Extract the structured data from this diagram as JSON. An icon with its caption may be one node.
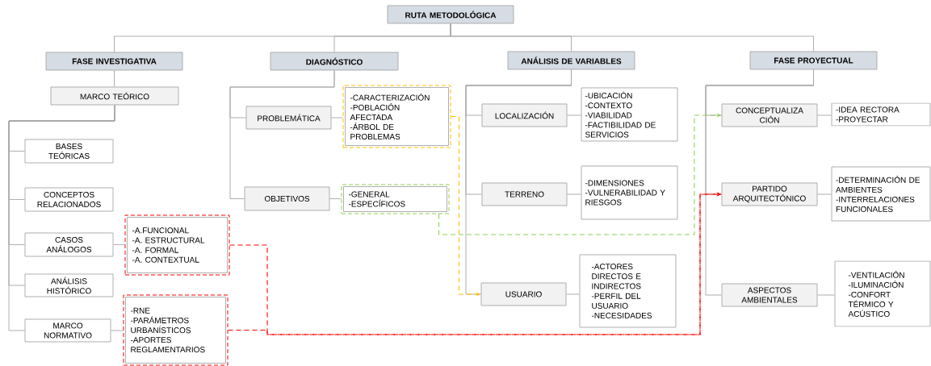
{
  "diagram": {
    "nodes": [
      {
        "text": [
          "RUTA METODOLÓGICA"
        ]
      },
      {
        "text": [
          "FASE INVESTIGATIVA"
        ]
      },
      {
        "text": [
          "DIAGNÓSTICO"
        ]
      },
      {
        "text": [
          "ANÁLISIS DE VARIABLES"
        ]
      },
      {
        "text": [
          "FASE PROYECTUAL"
        ]
      },
      {
        "text": [
          "MARCO TEÓRICO"
        ]
      },
      {
        "text": [
          "BASES TEÓRICAS"
        ]
      },
      {
        "text": [
          "CONCEPTOS RELACIONADOS"
        ]
      },
      {
        "text": [
          "CASOS ANÁLOGOS"
        ]
      },
      {
        "text": [
          "-A.FUNCIONAL",
          "-A. ESTRUCTURAL",
          "-A. FORMAL",
          "-A. CONTEXTUAL"
        ]
      },
      {
        "text": [
          "ANÁLISIS HISTÓRICO"
        ]
      },
      {
        "text": [
          "MARCO NORMATIVO"
        ]
      },
      {
        "text": [
          "-RNE",
          "-PARÁMETROS URBANÍSTICOS",
          "-APORTES REGLAMENTARIOS"
        ]
      },
      {
        "text": [
          "PROBLEMÁTICA"
        ]
      },
      {
        "text": [
          "-CARACTERIZACIÓN",
          "-POBLACIÓN AFECTADA",
          "-ÁRBOL DE PROBLEMAS"
        ]
      },
      {
        "text": [
          "OBJETIVOS"
        ]
      },
      {
        "text": [
          "-GENERAL",
          "-ESPECÍFICOS"
        ]
      },
      {
        "text": [
          "LOCALIZACIÓN"
        ]
      },
      {
        "text": [
          "-UBICACIÓN",
          "-CONTEXTO",
          "-VIABILIDAD",
          "-FACTIBILIDAD DE SERVICIOS"
        ]
      },
      {
        "text": [
          "TERRENO"
        ]
      },
      {
        "text": [
          "-DIMENSIONES",
          "-VULNERABILIDAD Y RIESGOS"
        ]
      },
      {
        "text": [
          "USUARIO"
        ]
      },
      {
        "text": [
          "-ACTORES DIRECTOS E INDIRECTOS",
          "-PERFIL DEL USUARIO",
          "-NECESIDADES"
        ]
      },
      {
        "text": [
          "CONCEPTUALIZA CIÓN"
        ]
      },
      {
        "text": [
          "-IDEA RECTORA",
          "-PROYECTAR"
        ]
      },
      {
        "text": [
          "PARTIDO ARQUITECTÓNICO"
        ]
      },
      {
        "text": [
          "-DETERMINACIÓN DE AMBIENTES",
          "-INTERRELACIONES FUNCIONALES"
        ]
      },
      {
        "text": [
          "ASPECTOS AMBIENTALES"
        ]
      },
      {
        "text": [
          "-VENTILACIÓN",
          "-ILUMINACIÓN",
          "-CONFORT TÉRMICO Y ACÚSTICO"
        ]
      }
    ],
    "edges": [
      {
        "from": 0,
        "to": 1,
        "arrow": "none"
      },
      {
        "from": 0,
        "to": 2,
        "arrow": "none"
      },
      {
        "from": 0,
        "to": 3,
        "arrow": "none"
      },
      {
        "from": 0,
        "to": 4,
        "arrow": "none"
      },
      {
        "from": 1,
        "to": 5,
        "arrow": "none"
      },
      {
        "from": 5,
        "to": 6,
        "arrow": "none"
      },
      {
        "from": 5,
        "to": 7,
        "arrow": "none"
      },
      {
        "from": 5,
        "to": 8,
        "arrow": "none"
      },
      {
        "from": 5,
        "to": 10,
        "arrow": "none"
      },
      {
        "from": 5,
        "to": 11,
        "arrow": "none"
      },
      {
        "from": 8,
        "to": 9,
        "arrow": "none"
      },
      {
        "from": 11,
        "to": 12,
        "arrow": "none"
      },
      {
        "from": 2,
        "to": 13,
        "arrow": "none"
      },
      {
        "from": 2,
        "to": 15,
        "arrow": "none"
      },
      {
        "from": 13,
        "to": 14,
        "arrow": "none"
      },
      {
        "from": 15,
        "to": 16,
        "arrow": "none"
      },
      {
        "from": 3,
        "to": 17,
        "arrow": "none"
      },
      {
        "from": 3,
        "to": 19,
        "arrow": "none"
      },
      {
        "from": 3,
        "to": 21,
        "arrow": "none"
      },
      {
        "from": 17,
        "to": 18,
        "arrow": "none"
      },
      {
        "from": 19,
        "to": 20,
        "arrow": "none"
      },
      {
        "from": 21,
        "to": 22,
        "arrow": "none"
      },
      {
        "from": 4,
        "to": 23,
        "arrow": "none"
      },
      {
        "from": 4,
        "to": 25,
        "arrow": "none"
      },
      {
        "from": 4,
        "to": 27,
        "arrow": "none"
      },
      {
        "from": 23,
        "to": 24,
        "arrow": "none"
      },
      {
        "from": 25,
        "to": 26,
        "arrow": "none"
      },
      {
        "from": 27,
        "to": 28,
        "arrow": "none"
      },
      {
        "from": 14,
        "to": 21,
        "arrow": "to",
        "style": "dashed",
        "color": "#ffc000"
      },
      {
        "from": 16,
        "to": 23,
        "arrow": "to",
        "style": "dashed",
        "color": "#92d050"
      },
      {
        "from": 9,
        "to": 25,
        "arrow": "to",
        "style": "dashed",
        "color": "#ff0000"
      },
      {
        "from": 12,
        "to": 25,
        "arrow": "to",
        "style": "dashed",
        "color": "#ff0000"
      }
    ]
  }
}
